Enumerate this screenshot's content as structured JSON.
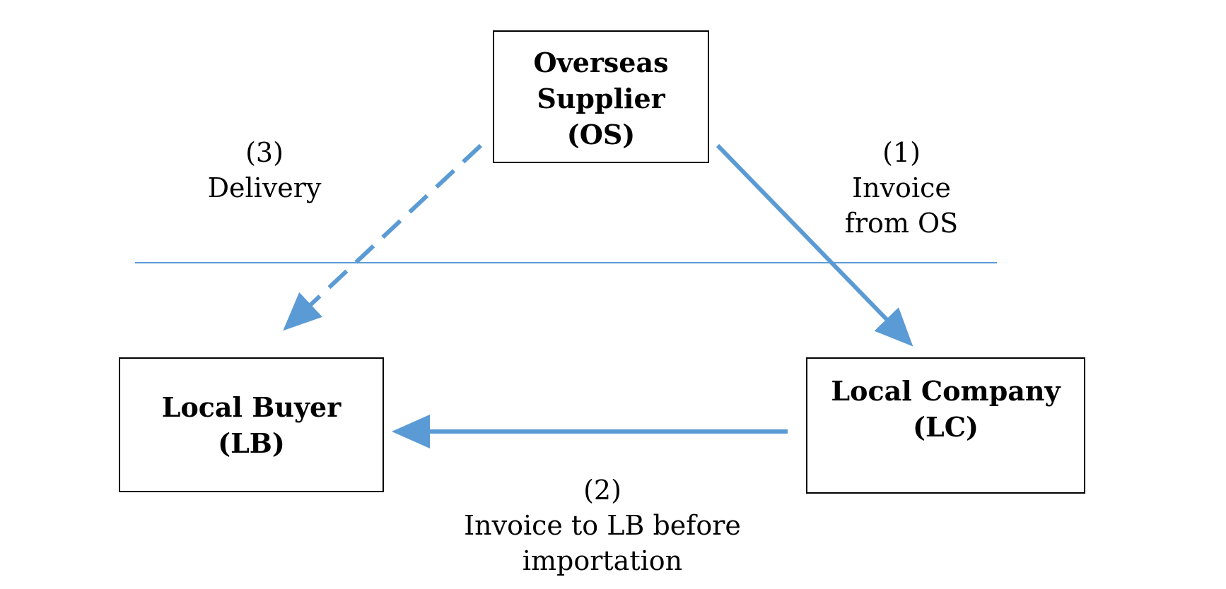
{
  "colors": {
    "arrow": "#5b9bd5",
    "divider": "#5b9bd5",
    "box_border": "#000000",
    "text": "#000000"
  },
  "nodes": {
    "overseas_supplier": [
      "Overseas",
      "Supplier",
      "(OS)"
    ],
    "local_buyer": [
      "Local Buyer",
      "(LB)"
    ],
    "local_company": [
      "Local Company",
      "(LC)"
    ]
  },
  "edges": {
    "delivery": {
      "number": "(3)",
      "text": [
        "Delivery"
      ],
      "style": "dashed",
      "from": "overseas_supplier",
      "to": "local_buyer"
    },
    "invoice_from_os": {
      "number": "(1)",
      "text": [
        "Invoice",
        "from OS"
      ],
      "style": "solid",
      "from": "overseas_supplier",
      "to": "local_company"
    },
    "invoice_to_lb": {
      "number": "(2)",
      "text": [
        "Invoice to LB before",
        "importation"
      ],
      "style": "solid",
      "from": "local_company",
      "to": "local_buyer"
    }
  }
}
